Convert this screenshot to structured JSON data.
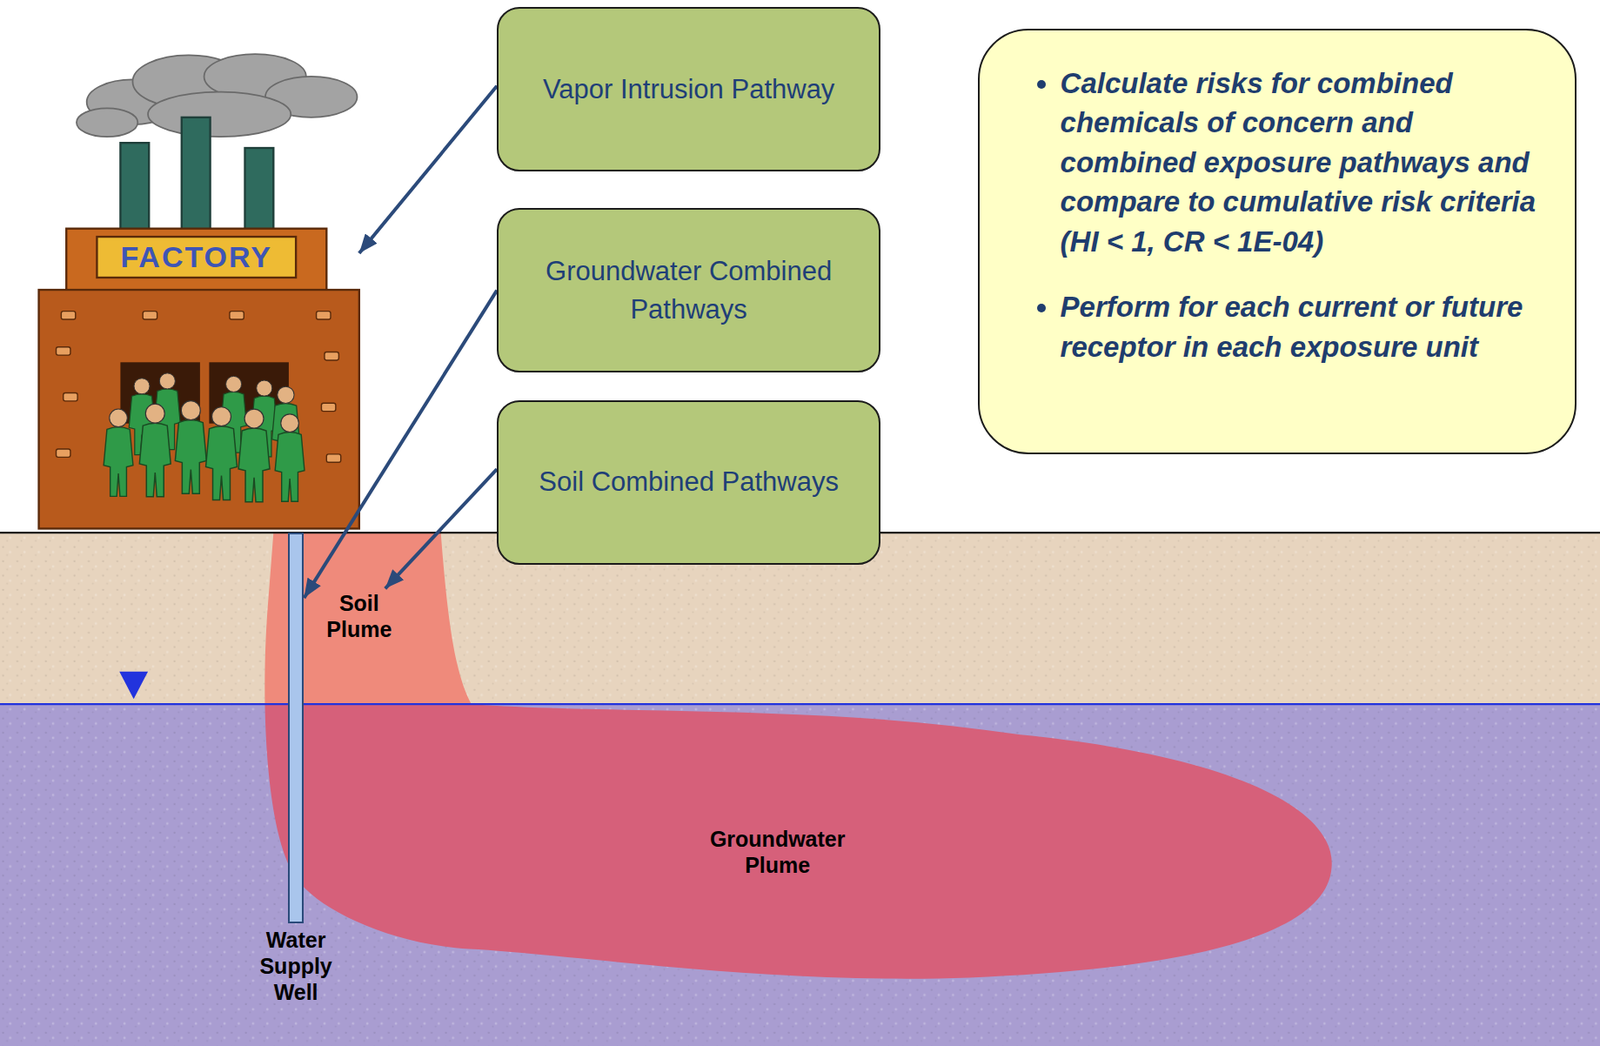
{
  "diagram": {
    "nodes": [
      {
        "text": [
          "Vapor Intrusion Pathway"
        ]
      },
      {
        "text": [
          "Groundwater Combined Pathways"
        ]
      },
      {
        "text": [
          "Soil Combined Pathways"
        ]
      },
      {
        "text": [
          "Calculate risks for combined chemicals of concern and combined exposure pathways and compare to cumulative risk criteria (HI < 1, CR < 1E-04)",
          "Perform for each current or future receptor in each exposure unit"
        ]
      },
      {
        "text": [
          "FACTORY"
        ]
      },
      {
        "text": [
          "Soil Plume"
        ]
      },
      {
        "text": [
          "Groundwater Plume"
        ]
      },
      {
        "text": [
          "Water Supply Well"
        ]
      }
    ],
    "edges": [
      {
        "from": 0,
        "to": 4,
        "arrow": "to"
      },
      {
        "from": 1,
        "to": 7,
        "arrow": "to"
      },
      {
        "from": 2,
        "to": 5,
        "arrow": "to"
      }
    ]
  }
}
